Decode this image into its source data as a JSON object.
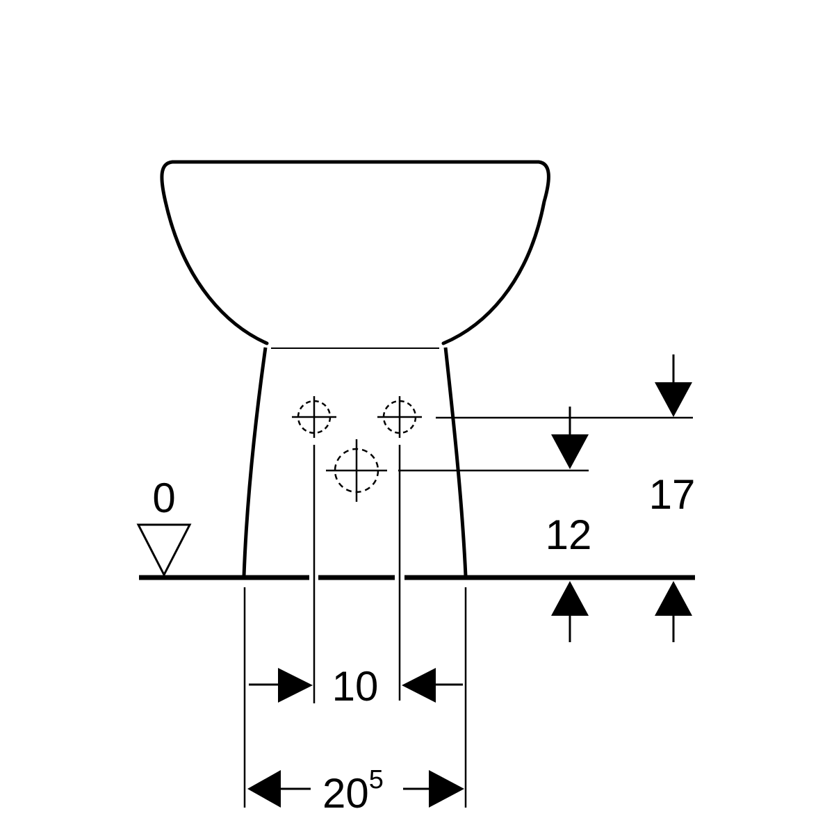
{
  "dimensions": {
    "zero_level": "0",
    "height_outer": "17",
    "height_inner": "12",
    "spacing_inner": "10",
    "width_base_main": "20",
    "width_base_sup": "5"
  }
}
